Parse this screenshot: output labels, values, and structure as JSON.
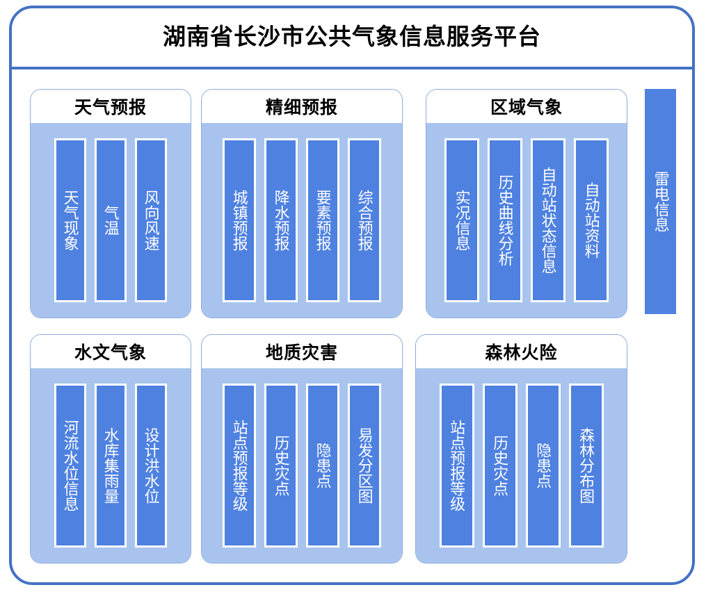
{
  "app": {
    "title": "湖南省长沙市公共气象信息服务平台",
    "frame_border_color": "#4472c4",
    "panel_body_color": "#a8c4ee",
    "item_bar_color": "#4e81e0"
  },
  "side_module": {
    "label": "雷电信息"
  },
  "panels": [
    {
      "title": "天气预报",
      "items": [
        {
          "label": "天气现象"
        },
        {
          "label": "气温"
        },
        {
          "label": "风向风速"
        }
      ]
    },
    {
      "title": "精细预报",
      "items": [
        {
          "label": "城镇预报"
        },
        {
          "label": "降水预报"
        },
        {
          "label": "要素预报"
        },
        {
          "label": "综合预报"
        }
      ]
    },
    {
      "title": "区域气象",
      "items": [
        {
          "label": "实况信息"
        },
        {
          "label": "历史曲线分析"
        },
        {
          "label": "自动站状态信息"
        },
        {
          "label": "自动站资料"
        }
      ]
    },
    {
      "title": "水文气象",
      "items": [
        {
          "label": "河流水位信息"
        },
        {
          "label": "水库集雨量"
        },
        {
          "label": "设计洪水位"
        }
      ]
    },
    {
      "title": "地质灾害",
      "items": [
        {
          "label": "站点预报等级"
        },
        {
          "label": "历史灾点"
        },
        {
          "label": "隐患点"
        },
        {
          "label": "易发分区图"
        }
      ]
    },
    {
      "title": "森林火险",
      "items": [
        {
          "label": "站点预报等级"
        },
        {
          "label": "历史灾点"
        },
        {
          "label": "隐患点"
        },
        {
          "label": "森林分布图"
        }
      ]
    }
  ]
}
